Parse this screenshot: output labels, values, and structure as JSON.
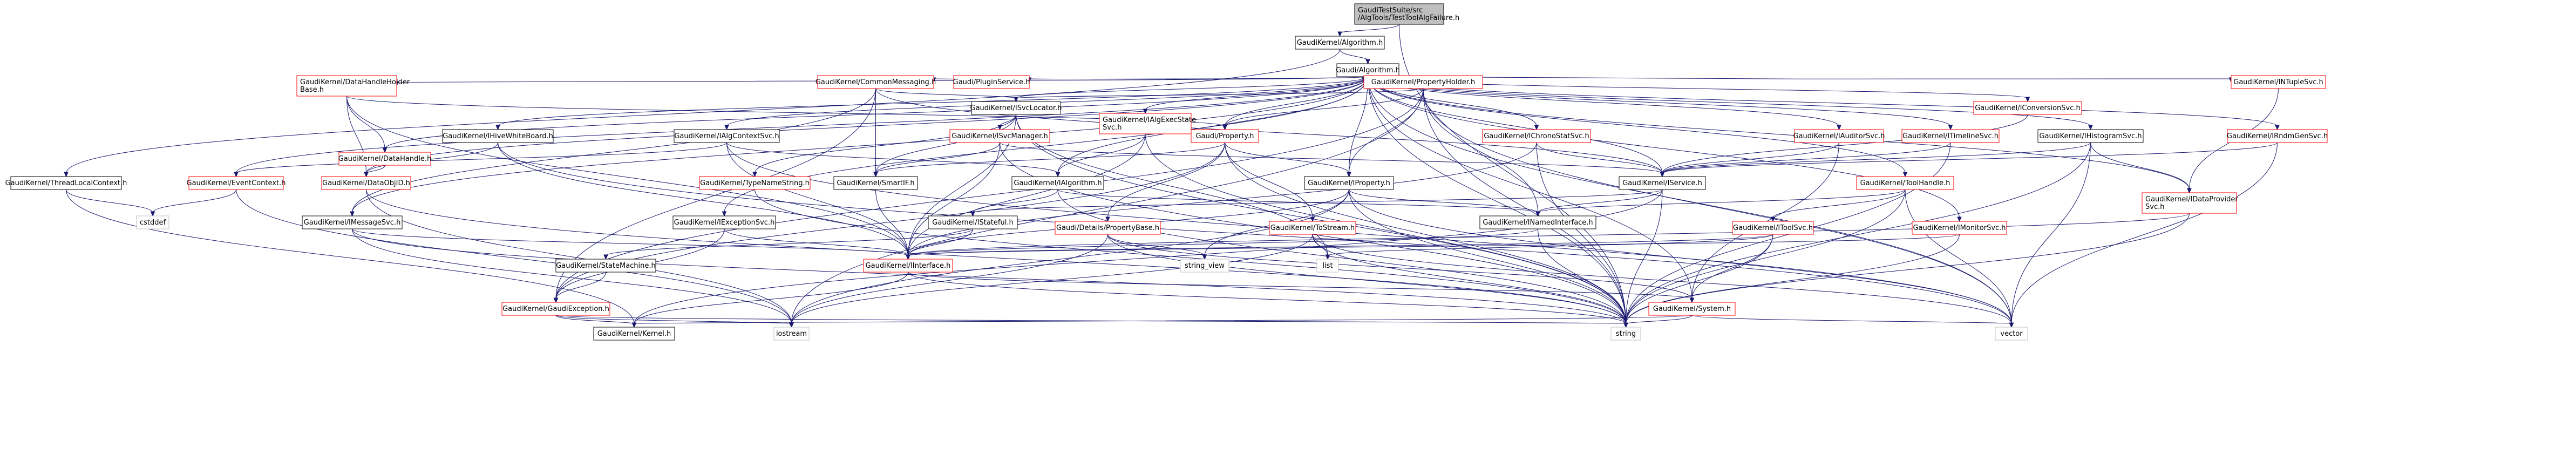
{
  "colors": {
    "edge": "#191970",
    "root_fill": "#bfbfbf",
    "node_fill": "#ffffff",
    "node_border": "#000000",
    "linked_border": "#ff0000",
    "external_border": "#bfbfbf"
  },
  "nodes": [
    {
      "id": "root",
      "lines": [
        "GaudiTestSuite/src",
        "/AlgTools/TestToolAlgFailure.h"
      ],
      "style": "root"
    },
    {
      "id": "algorithm-h",
      "lines": [
        "GaudiKernel/Algorithm.h"
      ],
      "style": "normal"
    },
    {
      "id": "thread-local-context",
      "lines": [
        "GaudiKernel/ThreadLocalContext.h"
      ],
      "style": "normal"
    },
    {
      "id": "gaudi-algorithm",
      "lines": [
        "Gaudi/Algorithm.h"
      ],
      "style": "normal"
    },
    {
      "id": "common-messaging",
      "lines": [
        "GaudiKernel/CommonMessaging.h"
      ],
      "style": "linked"
    },
    {
      "id": "plugin-service",
      "lines": [
        "Gaudi/PluginService.h"
      ],
      "style": "linked"
    },
    {
      "id": "property-holder",
      "lines": [
        "GaudiKernel/PropertyHolder.h"
      ],
      "style": "linked"
    },
    {
      "id": "datahandle-holder-base",
      "lines": [
        "GaudiKernel/DataHandleHolder",
        "Base.h"
      ],
      "style": "linked"
    },
    {
      "id": "isvc-locator",
      "lines": [
        "GaudiKernel/ISvcLocator.h"
      ],
      "style": "normal"
    },
    {
      "id": "intuple-svc",
      "lines": [
        "GaudiKernel/INTupleSvc.h"
      ],
      "style": "linked"
    },
    {
      "id": "iconversion-svc",
      "lines": [
        "GaudiKernel/IConversionSvc.h"
      ],
      "style": "linked"
    },
    {
      "id": "ihive-whiteboard",
      "lines": [
        "GaudiKernel/IHiveWhiteBoard.h"
      ],
      "style": "normal"
    },
    {
      "id": "datahandle",
      "lines": [
        "GaudiKernel/DataHandle.h"
      ],
      "style": "linked"
    },
    {
      "id": "ialg-context-svc",
      "lines": [
        "GaudiKernel/IAlgContextSvc.h"
      ],
      "style": "normal"
    },
    {
      "id": "isvc-manager",
      "lines": [
        "GaudiKernel/ISvcManager.h"
      ],
      "style": "linked"
    },
    {
      "id": "ialg-exec-state-svc",
      "lines": [
        "GaudiKernel/IAlgExecState",
        "Svc.h"
      ],
      "style": "linked"
    },
    {
      "id": "gaudi-property",
      "lines": [
        "Gaudi/Property.h"
      ],
      "style": "linked"
    },
    {
      "id": "ichrono-stat-svc",
      "lines": [
        "GaudiKernel/IChronoStatSvc.h"
      ],
      "style": "linked"
    },
    {
      "id": "iauditor-svc",
      "lines": [
        "GaudiKernel/IAuditorSvc.h"
      ],
      "style": "linked"
    },
    {
      "id": "itimeline-svc",
      "lines": [
        "GaudiKernel/ITimelineSvc.h"
      ],
      "style": "linked"
    },
    {
      "id": "ihistogram-svc",
      "lines": [
        "GaudiKernel/IHistogramSvc.h"
      ],
      "style": "normal"
    },
    {
      "id": "irndm-gen-svc",
      "lines": [
        "GaudiKernel/IRndmGenSvc.h"
      ],
      "style": "linked"
    },
    {
      "id": "event-context",
      "lines": [
        "GaudiKernel/EventContext.h"
      ],
      "style": "linked"
    },
    {
      "id": "idata-obj-id",
      "lines": [
        "GaudiKernel/DataObjID.h"
      ],
      "style": "linked"
    },
    {
      "id": "typename-string",
      "lines": [
        "GaudiKernel/TypeNameString.h"
      ],
      "style": "linked"
    },
    {
      "id": "smart-if",
      "lines": [
        "GaudiKernel/SmartIF.h"
      ],
      "style": "normal"
    },
    {
      "id": "ialgorithm",
      "lines": [
        "GaudiKernel/IAlgorithm.h"
      ],
      "style": "normal"
    },
    {
      "id": "iproperty",
      "lines": [
        "GaudiKernel/IProperty.h"
      ],
      "style": "normal"
    },
    {
      "id": "iservice",
      "lines": [
        "GaudiKernel/IService.h"
      ],
      "style": "normal"
    },
    {
      "id": "tool-handle",
      "lines": [
        "GaudiKernel/ToolHandle.h"
      ],
      "style": "linked"
    },
    {
      "id": "idata-provider-svc",
      "lines": [
        "GaudiKernel/IDataProvider",
        "Svc.h"
      ],
      "style": "linked"
    },
    {
      "id": "cstddef",
      "lines": [
        "cstddef"
      ],
      "style": "external"
    },
    {
      "id": "imessage-svc",
      "lines": [
        "GaudiKernel/IMessageSvc.h"
      ],
      "style": "normal"
    },
    {
      "id": "iexception-svc",
      "lines": [
        "GaudiKernel/IExceptionSvc.h"
      ],
      "style": "normal"
    },
    {
      "id": "istateful",
      "lines": [
        "GaudiKernel/IStateful.h"
      ],
      "style": "normal"
    },
    {
      "id": "details-property-base",
      "lines": [
        "Gaudi/Details/PropertyBase.h"
      ],
      "style": "linked"
    },
    {
      "id": "to-stream",
      "lines": [
        "GaudiKernel/ToStream.h"
      ],
      "style": "linked"
    },
    {
      "id": "inamed-interface",
      "lines": [
        "GaudiKernel/INamedInterface.h"
      ],
      "style": "normal"
    },
    {
      "id": "itool-svc",
      "lines": [
        "GaudiKernel/IToolSvc.h"
      ],
      "style": "linked"
    },
    {
      "id": "imonitor-svc",
      "lines": [
        "GaudiKernel/IMonitorSvc.h"
      ],
      "style": "linked"
    },
    {
      "id": "state-machine",
      "lines": [
        "GaudiKernel/StateMachine.h"
      ],
      "style": "normal"
    },
    {
      "id": "iinterface",
      "lines": [
        "GaudiKernel/IInterface.h"
      ],
      "style": "linked"
    },
    {
      "id": "string-view",
      "lines": [
        "string_view"
      ],
      "style": "external"
    },
    {
      "id": "list",
      "lines": [
        "list"
      ],
      "style": "external"
    },
    {
      "id": "gaudi-exception",
      "lines": [
        "GaudiKernel/GaudiException.h"
      ],
      "style": "linked"
    },
    {
      "id": "system-h",
      "lines": [
        "GaudiKernel/System.h"
      ],
      "style": "linked"
    },
    {
      "id": "kernel-h",
      "lines": [
        "GaudiKernel/Kernel.h"
      ],
      "style": "normal"
    },
    {
      "id": "iostream",
      "lines": [
        "iostream"
      ],
      "style": "external"
    },
    {
      "id": "string",
      "lines": [
        "string"
      ],
      "style": "external"
    },
    {
      "id": "vector",
      "lines": [
        "vector"
      ],
      "style": "external"
    }
  ],
  "edges": [
    [
      "root",
      "algorithm-h"
    ],
    [
      "root",
      "string"
    ],
    [
      "algorithm-h",
      "thread-local-context"
    ],
    [
      "algorithm-h",
      "gaudi-algorithm"
    ],
    [
      "thread-local-context",
      "cstddef"
    ],
    [
      "thread-local-context",
      "kernel-h"
    ],
    [
      "gaudi-algorithm",
      "common-messaging"
    ],
    [
      "gaudi-algorithm",
      "plugin-service"
    ],
    [
      "gaudi-algorithm",
      "property-holder"
    ],
    [
      "gaudi-algorithm",
      "datahandle-holder-base"
    ],
    [
      "gaudi-algorithm",
      "isvc-locator"
    ],
    [
      "gaudi-algorithm",
      "intuple-svc"
    ],
    [
      "gaudi-algorithm",
      "iconversion-svc"
    ],
    [
      "gaudi-algorithm",
      "ihive-whiteboard"
    ],
    [
      "gaudi-algorithm",
      "datahandle"
    ],
    [
      "gaudi-algorithm",
      "ialg-context-svc"
    ],
    [
      "gaudi-algorithm",
      "ialg-exec-state-svc"
    ],
    [
      "gaudi-algorithm",
      "gaudi-property"
    ],
    [
      "gaudi-algorithm",
      "ichrono-stat-svc"
    ],
    [
      "gaudi-algorithm",
      "iauditor-svc"
    ],
    [
      "gaudi-algorithm",
      "itimeline-svc"
    ],
    [
      "gaudi-algorithm",
      "ihistogram-svc"
    ],
    [
      "gaudi-algorithm",
      "irndm-gen-svc"
    ],
    [
      "gaudi-algorithm",
      "event-context"
    ],
    [
      "gaudi-algorithm",
      "idata-obj-id"
    ],
    [
      "gaudi-algorithm",
      "ialgorithm"
    ],
    [
      "gaudi-algorithm",
      "iproperty"
    ],
    [
      "gaudi-algorithm",
      "iservice"
    ],
    [
      "gaudi-algorithm",
      "tool-handle"
    ],
    [
      "gaudi-algorithm",
      "idata-provider-svc"
    ],
    [
      "gaudi-algorithm",
      "iexception-svc"
    ],
    [
      "gaudi-algorithm",
      "imessage-svc"
    ],
    [
      "gaudi-algorithm",
      "imonitor-svc"
    ],
    [
      "gaudi-algorithm",
      "string"
    ],
    [
      "gaudi-algorithm",
      "vector"
    ],
    [
      "gaudi-algorithm",
      "system-h"
    ],
    [
      "common-messaging",
      "isvc-locator"
    ],
    [
      "common-messaging",
      "imessage-svc"
    ],
    [
      "common-messaging",
      "smart-if"
    ],
    [
      "common-messaging",
      "gaudi-exception"
    ],
    [
      "common-messaging",
      "iservice"
    ],
    [
      "property-holder",
      "isvc-locator"
    ],
    [
      "property-holder",
      "gaudi-property"
    ],
    [
      "property-holder",
      "iproperty"
    ],
    [
      "property-holder",
      "inamed-interface"
    ],
    [
      "property-holder",
      "gaudi-exception"
    ],
    [
      "property-holder",
      "iostream"
    ],
    [
      "property-holder",
      "string"
    ],
    [
      "property-holder",
      "vector"
    ],
    [
      "datahandle-holder-base",
      "datahandle"
    ],
    [
      "datahandle-holder-base",
      "idata-obj-id"
    ],
    [
      "datahandle-holder-base",
      "gaudi-property"
    ],
    [
      "datahandle-holder-base",
      "iinterface"
    ],
    [
      "isvc-locator",
      "isvc-manager"
    ],
    [
      "isvc-locator",
      "typename-string"
    ],
    [
      "isvc-locator",
      "smart-if"
    ],
    [
      "isvc-locator",
      "iinterface"
    ],
    [
      "isvc-locator",
      "list"
    ],
    [
      "isvc-locator",
      "string"
    ],
    [
      "intuple-svc",
      "idata-provider-svc"
    ],
    [
      "iconversion-svc",
      "iservice"
    ],
    [
      "ihive-whiteboard",
      "iinterface"
    ],
    [
      "ihive-whiteboard",
      "idata-obj-id"
    ],
    [
      "ihive-whiteboard",
      "vector"
    ],
    [
      "datahandle",
      "idata-obj-id"
    ],
    [
      "ialg-context-svc",
      "event-context"
    ],
    [
      "ialg-context-svc",
      "iinterface"
    ],
    [
      "ialg-context-svc",
      "ialgorithm"
    ],
    [
      "ialg-context-svc",
      "vector"
    ],
    [
      "isvc-manager",
      "smart-if"
    ],
    [
      "isvc-manager",
      "iservice"
    ],
    [
      "isvc-manager",
      "iinterface"
    ],
    [
      "isvc-manager",
      "string"
    ],
    [
      "ialg-exec-state-svc",
      "ialgorithm"
    ],
    [
      "ialg-exec-state-svc",
      "iinterface"
    ],
    [
      "ialg-exec-state-svc",
      "string"
    ],
    [
      "gaudi-property",
      "details-property-base"
    ],
    [
      "gaudi-property",
      "to-stream"
    ],
    [
      "gaudi-property",
      "iproperty"
    ],
    [
      "gaudi-property",
      "smart-if"
    ],
    [
      "gaudi-property",
      "gaudi-exception"
    ],
    [
      "gaudi-property",
      "string"
    ],
    [
      "ichrono-stat-svc",
      "iservice"
    ],
    [
      "ichrono-stat-svc",
      "iinterface"
    ],
    [
      "ichrono-stat-svc",
      "string"
    ],
    [
      "iauditor-svc",
      "iservice"
    ],
    [
      "iauditor-svc",
      "system-h"
    ],
    [
      "itimeline-svc",
      "iservice"
    ],
    [
      "itimeline-svc",
      "string"
    ],
    [
      "ihistogram-svc",
      "idata-provider-svc"
    ],
    [
      "ihistogram-svc",
      "iservice"
    ],
    [
      "ihistogram-svc",
      "string"
    ],
    [
      "ihistogram-svc",
      "vector"
    ],
    [
      "irndm-gen-svc",
      "iservice"
    ],
    [
      "irndm-gen-svc",
      "vector"
    ],
    [
      "event-context",
      "cstddef"
    ],
    [
      "event-context",
      "iostream"
    ],
    [
      "idata-obj-id",
      "iostream"
    ],
    [
      "idata-obj-id",
      "string"
    ],
    [
      "typename-string",
      "string"
    ],
    [
      "smart-if",
      "iinterface"
    ],
    [
      "ialgorithm",
      "istateful"
    ],
    [
      "ialgorithm",
      "inamed-interface"
    ],
    [
      "ialgorithm",
      "string"
    ],
    [
      "iproperty",
      "inamed-interface"
    ],
    [
      "iproperty",
      "iinterface"
    ],
    [
      "iproperty",
      "string"
    ],
    [
      "iproperty",
      "vector"
    ],
    [
      "iproperty",
      "iostream"
    ],
    [
      "iproperty",
      "string-view"
    ],
    [
      "iservice",
      "inamed-interface"
    ],
    [
      "iservice",
      "istateful"
    ],
    [
      "iservice",
      "kernel-h"
    ],
    [
      "iservice",
      "string"
    ],
    [
      "tool-handle",
      "itool-svc"
    ],
    [
      "tool-handle",
      "inamed-interface"
    ],
    [
      "tool-handle",
      "string"
    ],
    [
      "tool-handle",
      "vector"
    ],
    [
      "idata-provider-svc",
      "iinterface"
    ],
    [
      "idata-provider-svc",
      "string"
    ],
    [
      "imessage-svc",
      "iinterface"
    ],
    [
      "imessage-svc",
      "iostream"
    ],
    [
      "imessage-svc",
      "string"
    ],
    [
      "iexception-svc",
      "iinterface"
    ],
    [
      "iexception-svc",
      "gaudi-exception"
    ],
    [
      "istateful",
      "state-machine"
    ],
    [
      "istateful",
      "iinterface"
    ],
    [
      "details-property-base",
      "string-view"
    ],
    [
      "details-property-base",
      "iostream"
    ],
    [
      "details-property-base",
      "string"
    ],
    [
      "details-property-base",
      "system-h"
    ],
    [
      "to-stream",
      "iostream"
    ],
    [
      "to-stream",
      "list"
    ],
    [
      "to-stream",
      "string"
    ],
    [
      "to-stream",
      "vector"
    ],
    [
      "inamed-interface",
      "iinterface"
    ],
    [
      "inamed-interface",
      "string"
    ],
    [
      "itool-svc",
      "iinterface"
    ],
    [
      "itool-svc",
      "list"
    ],
    [
      "itool-svc",
      "system-h"
    ],
    [
      "itool-svc",
      "string"
    ],
    [
      "imonitor-svc",
      "iinterface"
    ],
    [
      "imonitor-svc",
      "string"
    ],
    [
      "state-machine",
      "gaudi-exception"
    ],
    [
      "iinterface",
      "kernel-h"
    ],
    [
      "iinterface",
      "system-h"
    ],
    [
      "iinterface",
      "string"
    ],
    [
      "gaudi-exception",
      "kernel-h"
    ],
    [
      "gaudi-exception",
      "iostream"
    ],
    [
      "gaudi-exception",
      "string"
    ],
    [
      "system-h",
      "kernel-h"
    ],
    [
      "system-h",
      "string"
    ],
    [
      "system-h",
      "vector"
    ]
  ]
}
